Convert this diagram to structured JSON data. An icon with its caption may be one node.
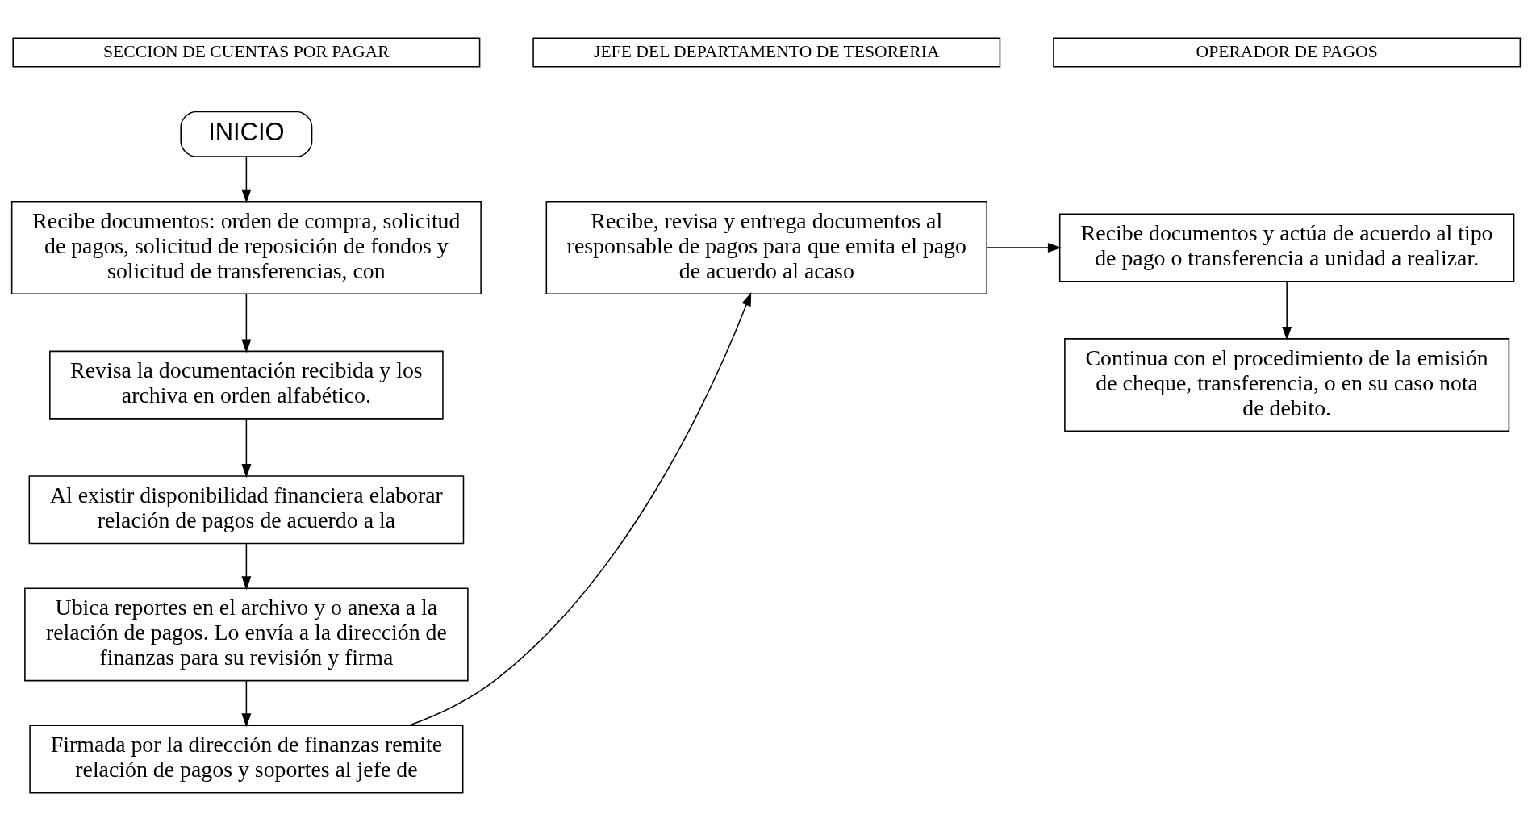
{
  "diagram": {
    "nodes": [
      {
        "text": [
          "SECCION DE CUENTAS POR PAGAR"
        ]
      },
      {
        "text": [
          "JEFE DEL DEPARTAMENTO DE TESORERIA"
        ]
      },
      {
        "text": [
          "OPERADOR DE PAGOS"
        ]
      },
      {
        "text": [
          "INICIO"
        ]
      },
      {
        "text": [
          "Recibe documentos: orden de compra, solicitud de pagos, solicitud de reposición de fondos y solicitud de transferencias, con"
        ]
      },
      {
        "text": [
          "Revisa la documentación recibida y los archiva en orden alfabético."
        ]
      },
      {
        "text": [
          "Al existir disponibilidad financiera elaborar relación de pagos de acuerdo a la"
        ]
      },
      {
        "text": [
          "Ubica reportes en el archivo y o anexa a la relación de pagos. Lo envía a la dirección de finanzas para su revisión y firma"
        ]
      },
      {
        "text": [
          "Firmada por la dirección de finanzas remite relación de pagos y soportes al jefe de"
        ]
      },
      {
        "text": [
          "Recibe, revisa y entrega documentos al responsable de pagos para que emita el pago de acuerdo al acaso"
        ]
      },
      {
        "text": [
          "Recibe documentos y actúa de acuerdo al tipo de pago o transferencia a unidad a realizar."
        ]
      },
      {
        "text": [
          "Continua con el procedimiento de la emisión de cheque, transferencia, o en su caso nota de debito."
        ]
      }
    ],
    "edges": [
      {
        "from": 3,
        "to": 4,
        "arrow": "to"
      },
      {
        "from": 4,
        "to": 5,
        "arrow": "to"
      },
      {
        "from": 5,
        "to": 6,
        "arrow": "to"
      },
      {
        "from": 6,
        "to": 7,
        "arrow": "to"
      },
      {
        "from": 7,
        "to": 8,
        "arrow": "to"
      },
      {
        "from": 8,
        "to": 9,
        "arrow": "to"
      },
      {
        "from": 9,
        "to": 10,
        "arrow": "to"
      },
      {
        "from": 10,
        "to": 11,
        "arrow": "to"
      }
    ]
  }
}
